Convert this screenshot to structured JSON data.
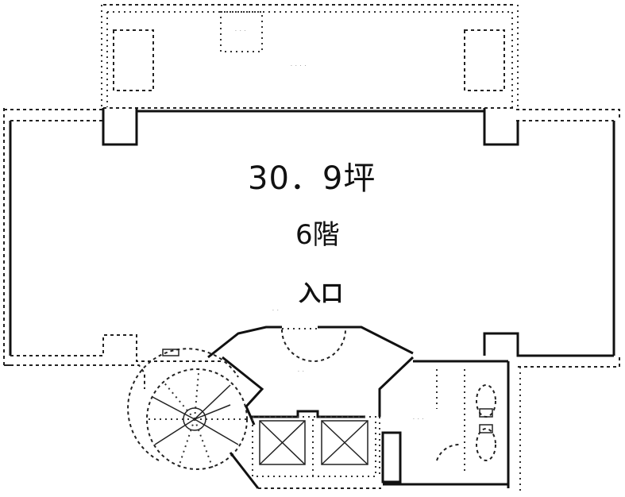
{
  "floor_plan": {
    "area_label": "30．9坪",
    "floor_label": "6階",
    "entrance_label": "入口",
    "colors": {
      "line": "#111111",
      "background": "#ffffff"
    },
    "regions": [
      {
        "name": "main-office-space",
        "label": "30．9坪"
      },
      {
        "name": "balcony-top",
        "label": ""
      },
      {
        "name": "elevator-hall",
        "label": ""
      },
      {
        "name": "spiral-staircase",
        "label": ""
      },
      {
        "name": "elevator-left",
        "label": ""
      },
      {
        "name": "elevator-right",
        "label": ""
      },
      {
        "name": "restroom",
        "label": ""
      }
    ],
    "minor_marks": [
      "· · ·",
      "· · · ·",
      "· ·",
      "· · ·",
      "· ·"
    ]
  }
}
